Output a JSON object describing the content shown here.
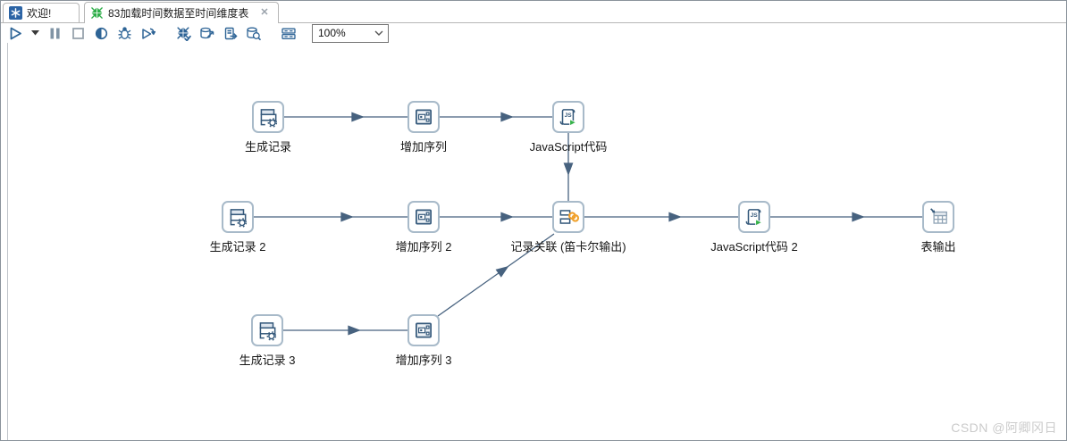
{
  "tabs": [
    {
      "label": "欢迎!",
      "icon": "kettle-logo-icon",
      "active": false
    },
    {
      "label": "83加载时间数据至时间维度表",
      "icon": "transformation-icon",
      "active": true,
      "close_glyph": "✕"
    }
  ],
  "toolbar": {
    "zoom_level": "100%",
    "buttons": [
      {
        "name": "run"
      },
      {
        "name": "run-options"
      },
      {
        "name": "pause"
      },
      {
        "name": "stop"
      },
      {
        "name": "preview"
      },
      {
        "name": "debug"
      },
      {
        "name": "replay"
      },
      {
        "name": "check-transformation"
      },
      {
        "name": "impact-analysis"
      },
      {
        "name": "generate-sql"
      },
      {
        "name": "explore-database"
      },
      {
        "name": "show-execution-results"
      }
    ]
  },
  "canvas": {
    "nodes": [
      {
        "id": "n1",
        "type": "generate-rows",
        "label": "生成记录"
      },
      {
        "id": "n2",
        "type": "add-sequence",
        "label": "增加序列"
      },
      {
        "id": "n3",
        "type": "javascript",
        "label": "JavaScript代码"
      },
      {
        "id": "n4",
        "type": "generate-rows",
        "label": "生成记录 2"
      },
      {
        "id": "n5",
        "type": "add-sequence",
        "label": "增加序列 2"
      },
      {
        "id": "n6",
        "type": "join-rows",
        "label": "记录关联 (笛卡尔输出)"
      },
      {
        "id": "n7",
        "type": "javascript",
        "label": "JavaScript代码 2"
      },
      {
        "id": "n8",
        "type": "table-output",
        "label": "表输出"
      },
      {
        "id": "n9",
        "type": "generate-rows",
        "label": "生成记录 3"
      },
      {
        "id": "n10",
        "type": "add-sequence",
        "label": "增加序列 3"
      }
    ],
    "edges": [
      {
        "from": "生成记录",
        "to": "增加序列"
      },
      {
        "from": "增加序列",
        "to": "JavaScript代码"
      },
      {
        "from": "JavaScript代码",
        "to": "记录关联 (笛卡尔输出)"
      },
      {
        "from": "生成记录 2",
        "to": "增加序列 2"
      },
      {
        "from": "增加序列 2",
        "to": "记录关联 (笛卡尔输出)"
      },
      {
        "from": "记录关联 (笛卡尔输出)",
        "to": "JavaScript代码 2"
      },
      {
        "from": "JavaScript代码 2",
        "to": "表输出"
      },
      {
        "from": "生成记录 3",
        "to": "增加序列 3"
      },
      {
        "from": "增加序列 3",
        "to": "记录关联 (笛卡尔输出)"
      }
    ]
  },
  "watermark": "CSDN @阿卿冈日",
  "colors": {
    "edge": "#47627f",
    "node_border": "#a8bac9",
    "icon_ink": "#35597b",
    "accent_green": "#36b24a",
    "accent_orange": "#f09d27",
    "tab_icon_blue": "#2c64a5",
    "toolbar_icon_blue": "#2e6496"
  }
}
